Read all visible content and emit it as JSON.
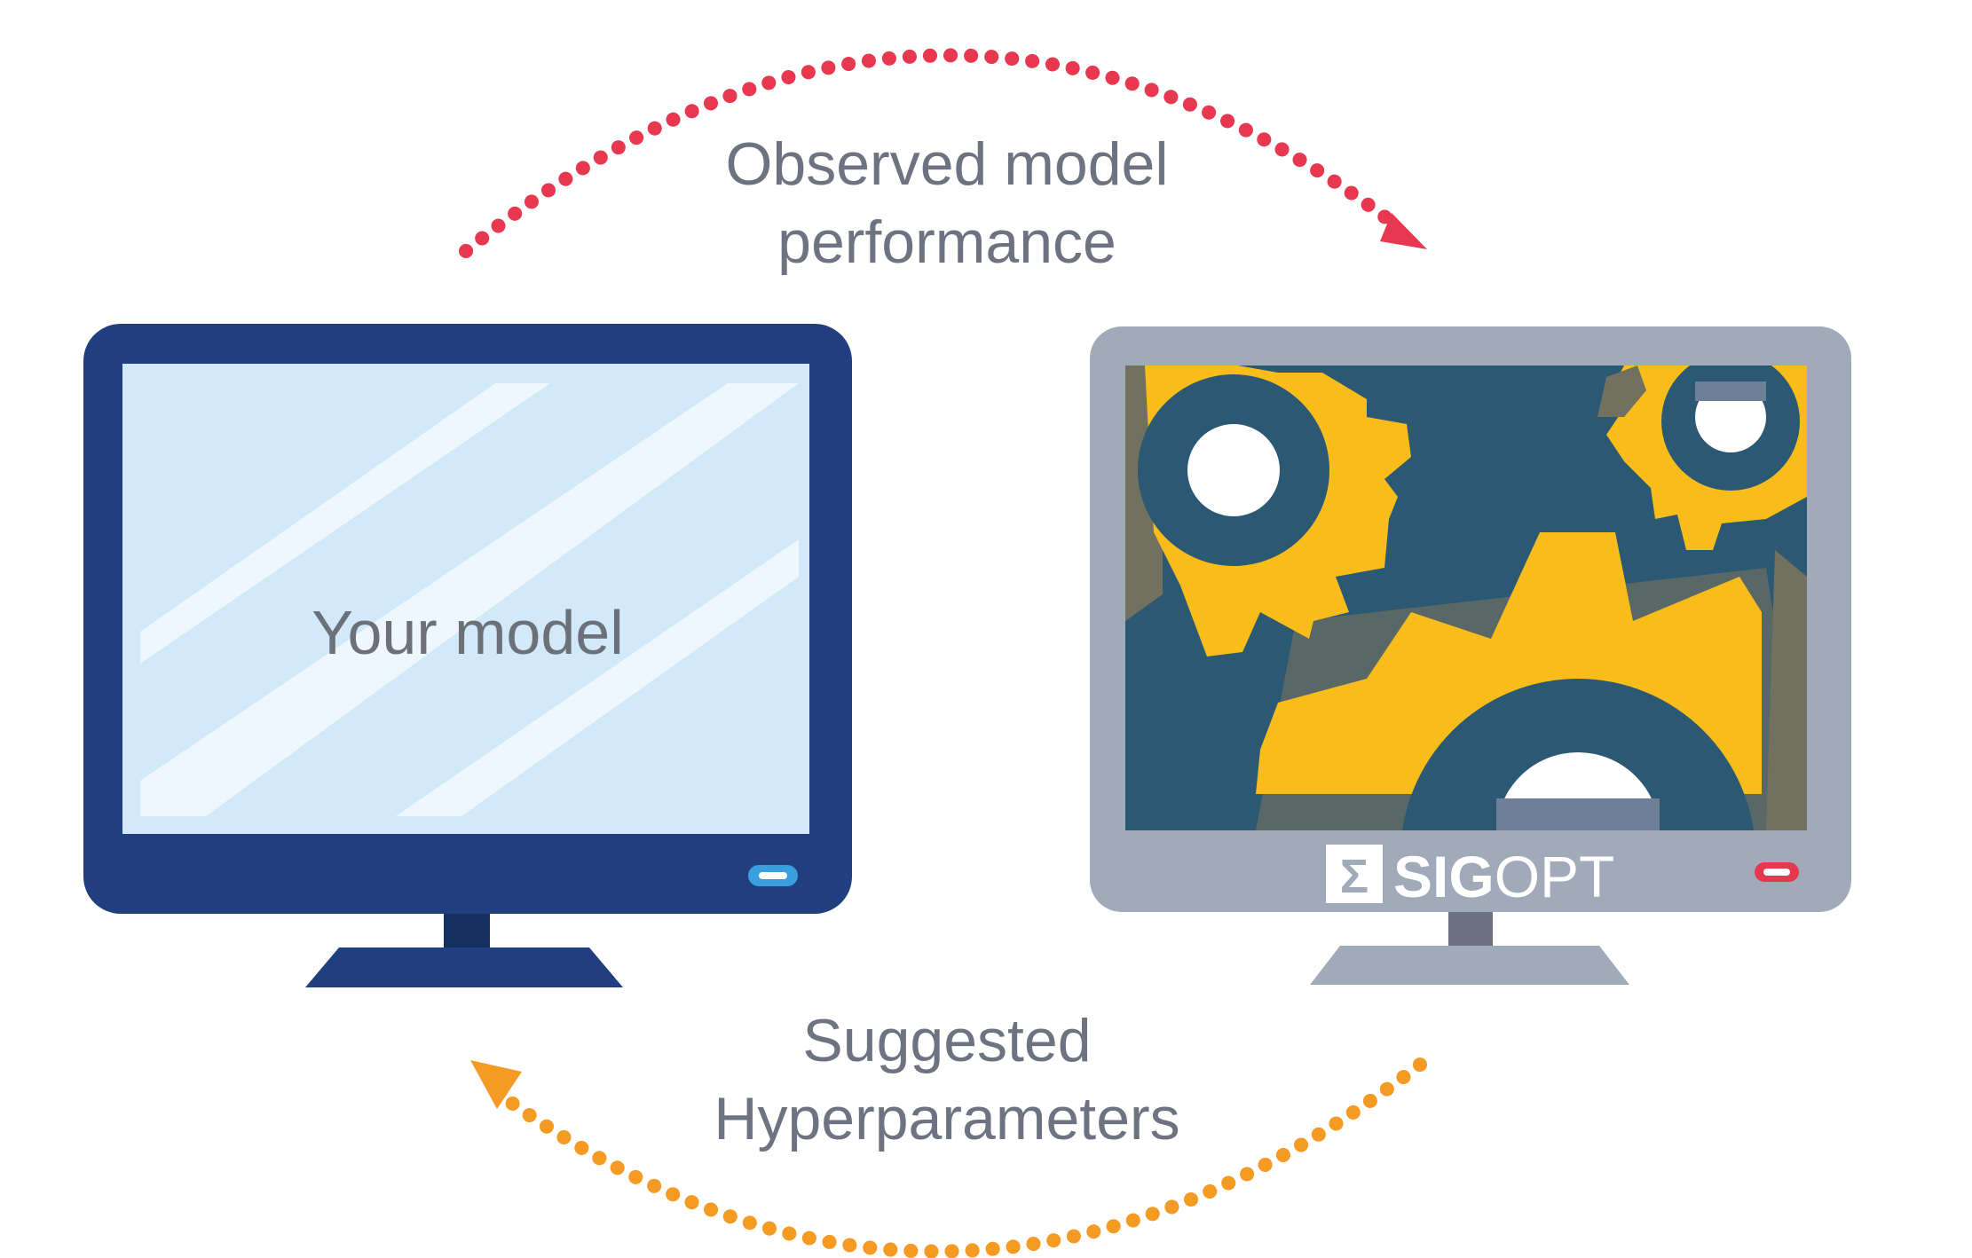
{
  "arrows": {
    "top": {
      "label_line1": "Observed model",
      "label_line2": "performance",
      "color": "#e8384f"
    },
    "bottom": {
      "label_line1": "Suggested",
      "label_line2": "Hyperparameters",
      "color": "#f59b23"
    }
  },
  "left_monitor": {
    "screen_label": "Your model",
    "frame_color": "#213f7e",
    "screen_color": "#d1e9f8",
    "button_color": "#3a9fdf"
  },
  "right_monitor": {
    "logo_symbol": "Σ",
    "logo_bold": "SIG",
    "logo_light": "OPT",
    "frame_color": "#a1aab9",
    "screen_color": "#2b5873",
    "gear_color": "#f8bd1a",
    "button_color": "#e8384f"
  }
}
